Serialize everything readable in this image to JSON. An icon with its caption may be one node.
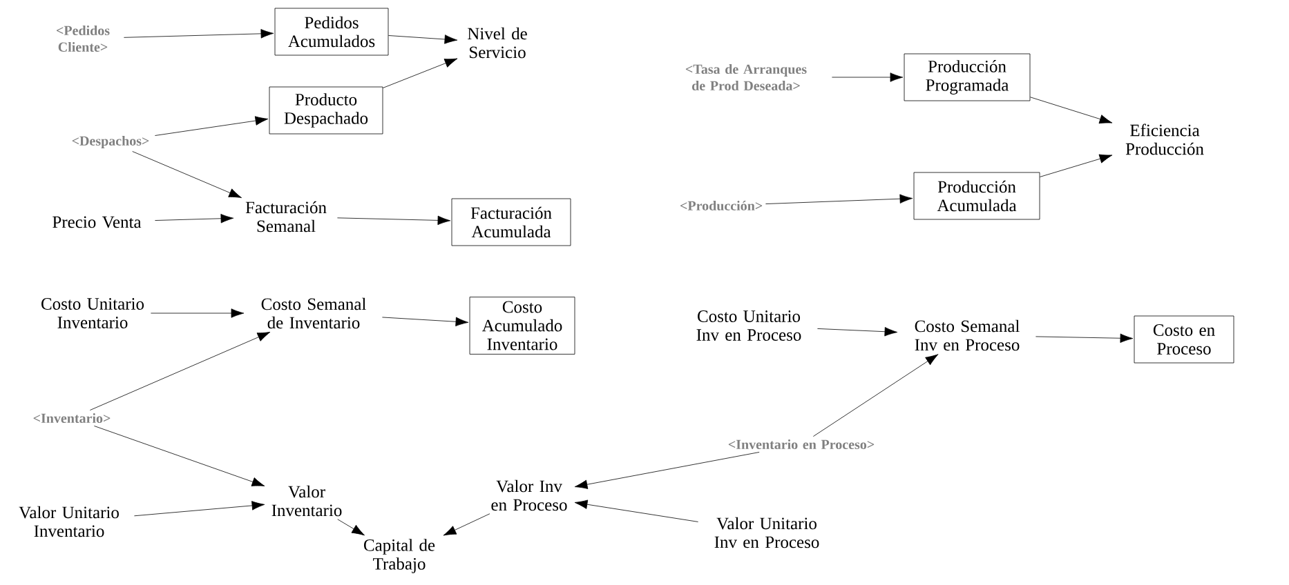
{
  "diagram": {
    "nodes": [
      {
        "text": [
          "<Pedidos Cliente>"
        ]
      },
      {
        "text": [
          "Pedidos Acumulados"
        ]
      },
      {
        "text": [
          "Nivel de Servicio"
        ]
      },
      {
        "text": [
          "Producto Despachado"
        ]
      },
      {
        "text": [
          "<Despachos>"
        ]
      },
      {
        "text": [
          "Precio Venta"
        ]
      },
      {
        "text": [
          "Facturación Semanal"
        ]
      },
      {
        "text": [
          "Facturación Acumulada"
        ]
      },
      {
        "text": [
          "<Tasa de Arranques de Prod Deseada>"
        ]
      },
      {
        "text": [
          "Producción Programada"
        ]
      },
      {
        "text": [
          "Eficiencia Producción"
        ]
      },
      {
        "text": [
          "<Producción>"
        ]
      },
      {
        "text": [
          "Producción Acumulada"
        ]
      },
      {
        "text": [
          "Costo Unitario Inventario"
        ]
      },
      {
        "text": [
          "Costo Semanal de Inventario"
        ]
      },
      {
        "text": [
          "Costo Acumulado Inventario"
        ]
      },
      {
        "text": [
          "Costo Unitario Inv en Proceso"
        ]
      },
      {
        "text": [
          "Costo Semanal Inv en Proceso"
        ]
      },
      {
        "text": [
          "Costo en Proceso"
        ]
      },
      {
        "text": [
          "<Inventario>"
        ]
      },
      {
        "text": [
          "<Inventario en Proceso>"
        ]
      },
      {
        "text": [
          "Valor Inventario"
        ]
      },
      {
        "text": [
          "Valor Inv en Proceso"
        ]
      },
      {
        "text": [
          "Valor Unitario Inventario"
        ]
      },
      {
        "text": [
          "Valor Unitario Inv en Proceso"
        ]
      },
      {
        "text": [
          "Capital de Trabajo"
        ]
      }
    ],
    "edges": [
      {
        "from": 0,
        "to": 1,
        "arrow": "to"
      },
      {
        "from": 1,
        "to": 2,
        "arrow": "to"
      },
      {
        "from": 3,
        "to": 2,
        "arrow": "to"
      },
      {
        "from": 4,
        "to": 3,
        "arrow": "to"
      },
      {
        "from": 4,
        "to": 6,
        "arrow": "to"
      },
      {
        "from": 5,
        "to": 6,
        "arrow": "to"
      },
      {
        "from": 6,
        "to": 7,
        "arrow": "to"
      },
      {
        "from": 8,
        "to": 9,
        "arrow": "to"
      },
      {
        "from": 9,
        "to": 10,
        "arrow": "to"
      },
      {
        "from": 12,
        "to": 10,
        "arrow": "to"
      },
      {
        "from": 11,
        "to": 12,
        "arrow": "to"
      },
      {
        "from": 13,
        "to": 14,
        "arrow": "to"
      },
      {
        "from": 14,
        "to": 15,
        "arrow": "to"
      },
      {
        "from": 19,
        "to": 14,
        "arrow": "to"
      },
      {
        "from": 19,
        "to": 21,
        "arrow": "to"
      },
      {
        "from": 23,
        "to": 21,
        "arrow": "to"
      },
      {
        "from": 21,
        "to": 25,
        "arrow": "to"
      },
      {
        "from": 16,
        "to": 17,
        "arrow": "to"
      },
      {
        "from": 17,
        "to": 18,
        "arrow": "to"
      },
      {
        "from": 20,
        "to": 17,
        "arrow": "to"
      },
      {
        "from": 20,
        "to": 22,
        "arrow": "to"
      },
      {
        "from": 24,
        "to": 22,
        "arrow": "to"
      },
      {
        "from": 22,
        "to": 25,
        "arrow": "to"
      }
    ]
  }
}
